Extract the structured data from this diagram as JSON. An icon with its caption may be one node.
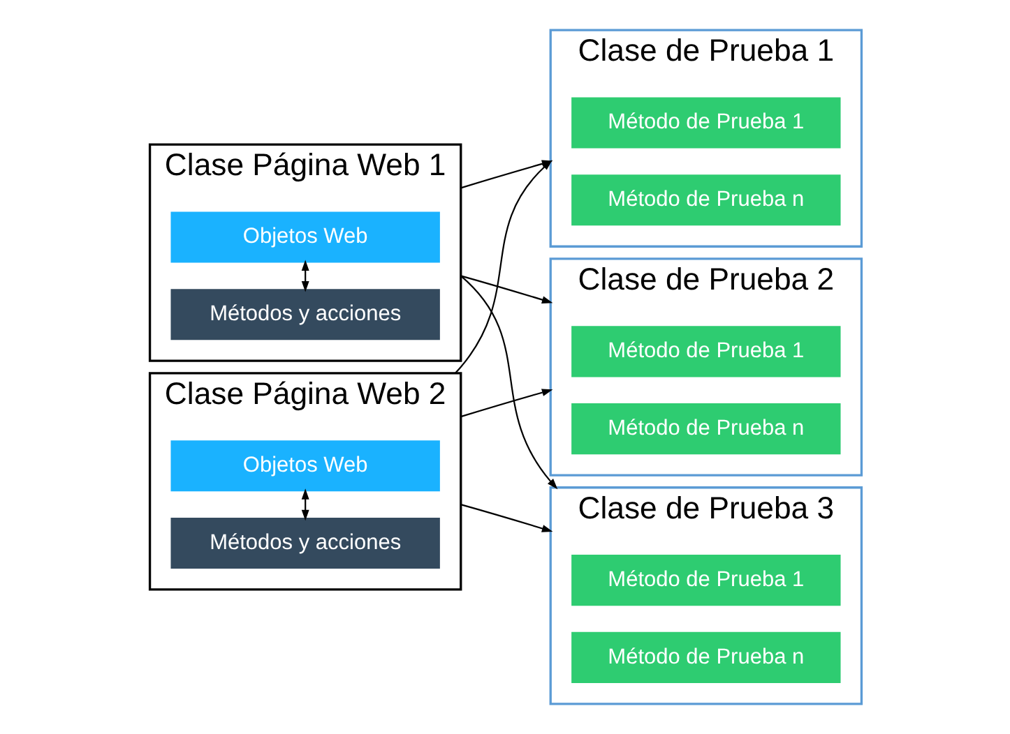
{
  "diagram": {
    "nodes": [
      {
        "text": [
          "Clase Página Web 1"
        ]
      },
      {
        "text": [
          "Objetos Web"
        ],
        "in": 0
      },
      {
        "text": [
          "Métodos y acciones"
        ],
        "in": 0
      },
      {
        "text": [
          "Clase Página Web 2"
        ]
      },
      {
        "text": [
          "Objetos Web"
        ],
        "in": 3
      },
      {
        "text": [
          "Métodos y acciones"
        ],
        "in": 3
      },
      {
        "text": [
          "Clase de Prueba 1"
        ]
      },
      {
        "text": [
          "Método de Prueba 1"
        ],
        "in": 6
      },
      {
        "text": [
          "Método de Prueba n"
        ],
        "in": 6
      },
      {
        "text": [
          "Clase de Prueba 2"
        ]
      },
      {
        "text": [
          "Método de Prueba 1"
        ],
        "in": 9
      },
      {
        "text": [
          "Método de Prueba n"
        ],
        "in": 9
      },
      {
        "text": [
          "Clase de Prueba 3"
        ]
      },
      {
        "text": [
          "Método de Prueba 1"
        ],
        "in": 12
      },
      {
        "text": [
          "Método de Prueba n"
        ],
        "in": 12
      }
    ],
    "edges": [
      {
        "from": 1,
        "to": 2,
        "arrow": "both"
      },
      {
        "from": 4,
        "to": 5,
        "arrow": "both"
      },
      {
        "from": 0,
        "to": 6,
        "arrow": "to"
      },
      {
        "from": 0,
        "to": 9,
        "arrow": "to"
      },
      {
        "from": 0,
        "to": 12,
        "arrow": "to"
      },
      {
        "from": 3,
        "to": 6,
        "arrow": "to"
      },
      {
        "from": 3,
        "to": 9,
        "arrow": "to"
      },
      {
        "from": 3,
        "to": 12,
        "arrow": "to"
      }
    ]
  }
}
